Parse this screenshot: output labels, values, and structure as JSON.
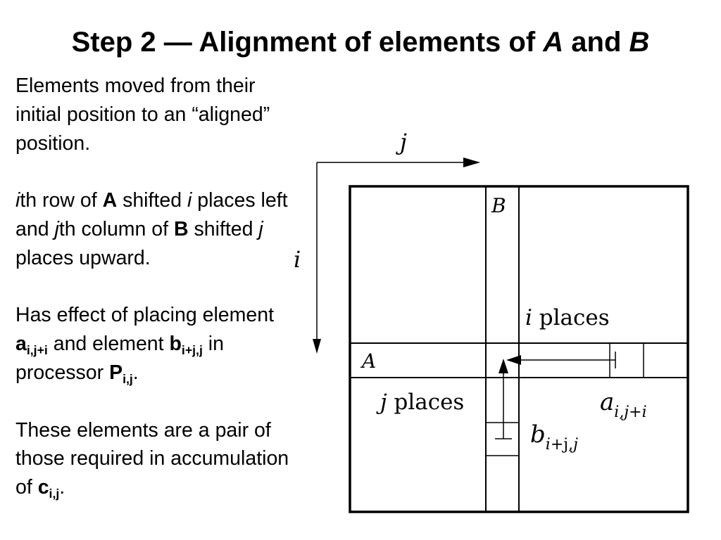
{
  "slide": {
    "title_prefix": "Step 2 — Alignment of elements of ",
    "title_a": "A",
    "title_and": " and ",
    "title_b": "B"
  },
  "text": {
    "p1": "Elements moved from their initial position to an “aligned” position.",
    "p2": {
      "i1": "i",
      "t1": "th row of ",
      "b1": "A",
      "t2": " shifted ",
      "i2": "i",
      "t3": " places left and ",
      "i3": "j",
      "t4": "th column of ",
      "b2": "B",
      "t5": " shifted ",
      "i4": "j",
      "t6": " places upward."
    },
    "p3": {
      "t1": "Has effect of placing element ",
      "b1": "a",
      "s1": "i,j+i",
      "t2": " and element ",
      "b2": "b",
      "s2": "i+j,j",
      "t3": " in processor ",
      "b3": "P",
      "s3": "i,j",
      "t4": "."
    },
    "p4": {
      "t1": "These elements are a pair of those required in accumulation of ",
      "b1": "c",
      "s1": "i,j",
      "t2": "."
    }
  },
  "diagram": {
    "axis_j": "j",
    "axis_i": "i",
    "label_B": "B",
    "label_A": "A",
    "i_places_i": "i",
    "i_places_rest": " places",
    "j_places_j": "j",
    "j_places_rest": " places",
    "a_label": "a",
    "a_sub": "i,j+i",
    "b_label": "b",
    "b_sub_i": "i",
    "b_sub_rest": "+j,",
    "b_sub_j": "j"
  }
}
